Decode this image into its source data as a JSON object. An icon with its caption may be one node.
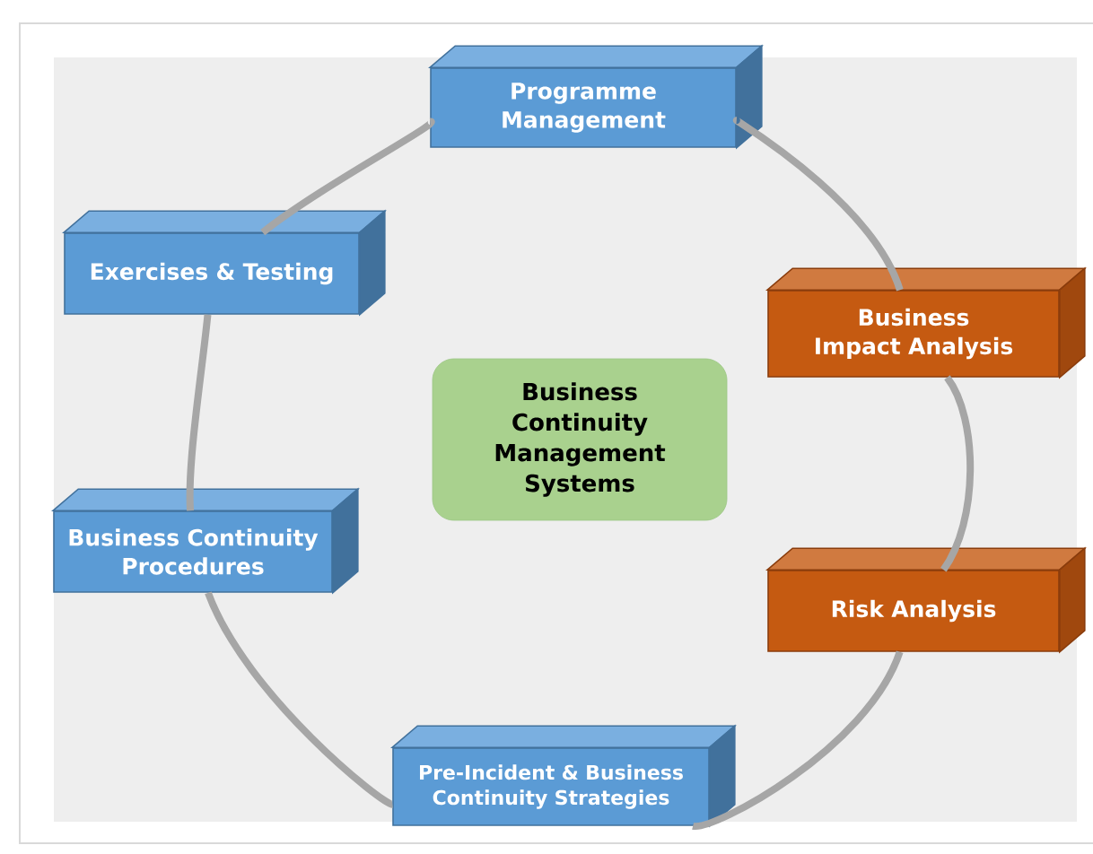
{
  "diagram": {
    "nodes": [
      {
        "text": [
          "Programme Management"
        ]
      },
      {
        "text": [
          "Business Impact Analysis"
        ]
      },
      {
        "text": [
          "Risk Analysis"
        ]
      },
      {
        "text": [
          "Pre-Incident & Business Continuity Strategies"
        ]
      },
      {
        "text": [
          "Business Continuity Procedures"
        ]
      },
      {
        "text": [
          "Exercises & Testing"
        ]
      },
      {
        "text": [
          "Business Continuity Management Systems"
        ]
      }
    ],
    "edges": [
      {
        "from": 0,
        "to": 1,
        "arrow": "none"
      },
      {
        "from": 1,
        "to": 2,
        "arrow": "none"
      },
      {
        "from": 2,
        "to": 3,
        "arrow": "none"
      },
      {
        "from": 3,
        "to": 4,
        "arrow": "none"
      },
      {
        "from": 4,
        "to": 5,
        "arrow": "none"
      },
      {
        "from": 5,
        "to": 0,
        "arrow": "none"
      }
    ]
  }
}
